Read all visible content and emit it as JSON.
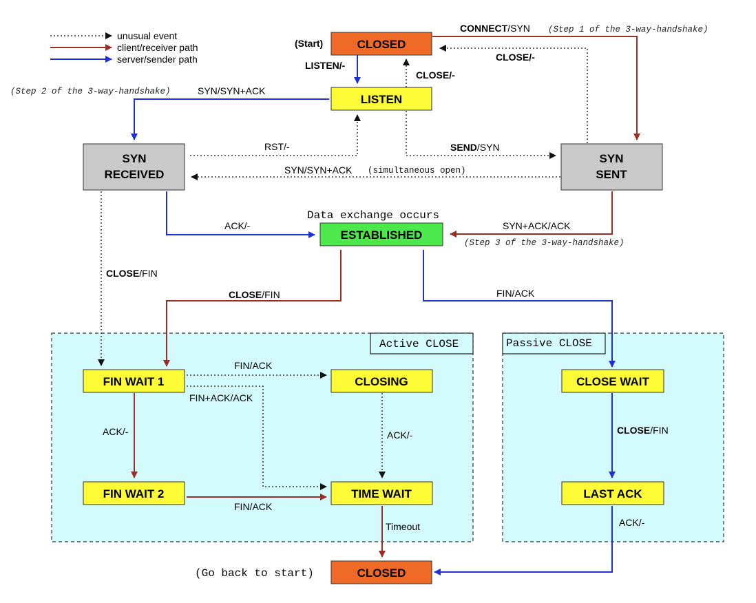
{
  "legend": {
    "unusual": "unusual event",
    "client": "client/receiver path",
    "server": "server/sender path"
  },
  "colors": {
    "client_path": "#9b2c26",
    "server_path": "#1f2ed6",
    "unusual_path": "#111111",
    "state_closed": "#ee6a26",
    "state_yellow": "#fdfa36",
    "state_gray": "#c9c9c9",
    "state_established": "#4ce84c",
    "region_fill": "#d3fbfb"
  },
  "states": {
    "closed_top": "CLOSED",
    "listen": "LISTEN",
    "syn_received_1": "SYN",
    "syn_received_2": "RECEIVED",
    "syn_sent_1": "SYN",
    "syn_sent_2": "SENT",
    "established": "ESTABLISHED",
    "fin_wait_1": "FIN WAIT 1",
    "fin_wait_2": "FIN WAIT 2",
    "closing": "CLOSING",
    "time_wait": "TIME WAIT",
    "close_wait": "CLOSE WAIT",
    "last_ack": "LAST ACK",
    "closed_bottom": "CLOSED"
  },
  "labels": {
    "start": "(Start)",
    "go_back": "(Go back to start)",
    "data_exchange": "Data exchange occurs",
    "active_close": "Active CLOSE",
    "passive_close": "Passive CLOSE",
    "connect_bold": "CONNECT",
    "connect_rest": "/SYN",
    "step1": "(Step 1 of the 3-way-handshake)",
    "listen_bold": "LISTEN/-",
    "close_listen": "CLOSE/-",
    "close_synsent": "CLOSE/-",
    "step2": "(Step 2 of the 3-way-handshake)",
    "syn_synack": "SYN/SYN+ACK",
    "rst": "RST/-",
    "send_bold": "SEND",
    "send_rest": "/SYN",
    "simul_bold": "SYN/SYN+ACK",
    "simul_note": "(simultaneous open)",
    "ack_established": "ACK/-",
    "synack_ack": "SYN+ACK/ACK",
    "step3": "(Step 3 of the 3-way-handshake)",
    "close_fin_left_bold": "CLOSE",
    "close_fin_left_rest": "/FIN",
    "close_fin_mid_bold": "CLOSE",
    "close_fin_mid_rest": "/FIN",
    "fin_ack_passive": "FIN/ACK",
    "fin_ack_closing": "FIN/ACK",
    "finack_ack": "FIN+ACK/ACK",
    "ack_fw1": "ACK/-",
    "ack_closing": "ACK/-",
    "fin_ack_fw2": "FIN/ACK",
    "timeout": "Timeout",
    "close_fin_passive_bold": "CLOSE",
    "close_fin_passive_rest": "/FIN",
    "ack_lastack": "ACK/-"
  }
}
